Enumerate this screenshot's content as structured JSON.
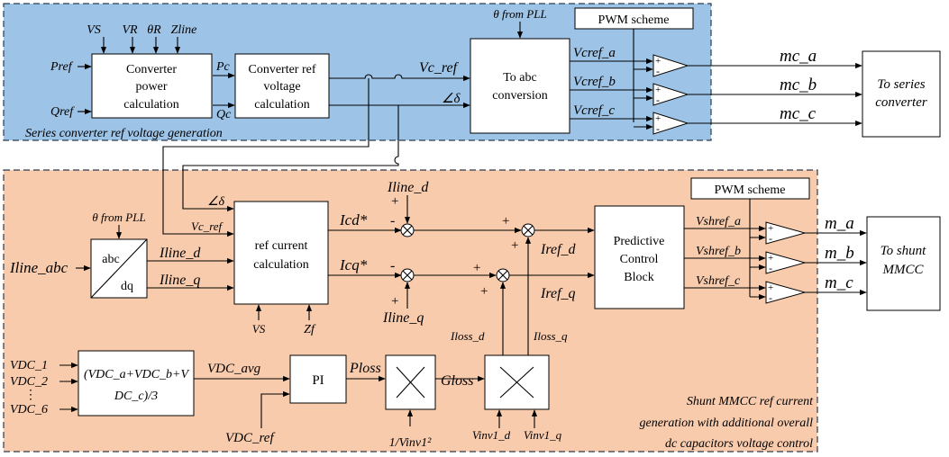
{
  "series_region": {
    "caption": "Series converter ref voltage generation",
    "top_inputs": [
      "VS",
      "VR",
      "θR",
      "Zline"
    ],
    "p_ref": "Pref",
    "q_ref": "Qref",
    "power_block": [
      "Converter",
      "power",
      "calculation"
    ],
    "pc": "Pc",
    "qc": "Qc",
    "voltage_block": [
      "Converter ref",
      "voltage",
      "calculation"
    ],
    "vc_ref": "Vc_ref",
    "angle": "∠δ",
    "pll": "θ from PLL",
    "abc_block": [
      "To abc",
      "conversion"
    ],
    "pwm": "PWM scheme",
    "vc_a": "Vcref_a",
    "vc_b": "Vcref_b",
    "vc_c": "Vcref_c",
    "m_a": "mc_a",
    "m_b": "mc_b",
    "m_c": "mc_c",
    "target": [
      "To series",
      "converter"
    ]
  },
  "shunt_region": {
    "caption": [
      "Shunt MMCC ref current",
      "generation with additional overall",
      "dc capacitors voltage control"
    ],
    "pll": "θ from PLL",
    "i_abc": "Iline_abc",
    "dq_top": "abc",
    "dq_bottom": "dq",
    "angle": "∠δ",
    "vc_ref": "Vc_ref",
    "iline_d": "Iline_d",
    "iline_q": "Iline_q",
    "ref_block": [
      "ref current",
      "calculation"
    ],
    "vs": "VS",
    "zf": "Zf",
    "icd": "Icd*",
    "icq": "Icq*",
    "iline_d_top": "Iline_d",
    "iline_q_bottom": "Iline_q",
    "plus": "+",
    "minus": "-",
    "iref_d": "Iref_d",
    "iref_q": "Iref_q",
    "iloss_d": "Iloss_d",
    "iloss_q": "Iloss_q",
    "pred_block": [
      "Predictive",
      "Control",
      "Block"
    ],
    "pwm": "PWM scheme",
    "vsh_a": "Vshref_a",
    "vsh_b": "Vshref_b",
    "vsh_c": "Vshref_c",
    "m_a": "m_a",
    "m_b": "m_b",
    "m_c": "m_c",
    "target": [
      "To shunt",
      "MMCC"
    ],
    "vdc1": "VDC_1",
    "vdc2": "VDC_2",
    "vdc6": "VDC_6",
    "avg_block": [
      "(VDC_a+VDC_b+V",
      "DC_c)/3"
    ],
    "vdc_avg": "VDC_avg",
    "pi": "PI",
    "ploss": "Ploss",
    "gloss": "Gloss",
    "vdc_ref": "VDC_ref",
    "inv_v": "1/Vinv1²",
    "vinv_d": "Vinv1_d",
    "vinv_q": "Vinv1_q"
  },
  "colors": {
    "series_fill": "#9dc3e6",
    "shunt_fill": "#f8cbad",
    "border": "#2e3b4e"
  }
}
